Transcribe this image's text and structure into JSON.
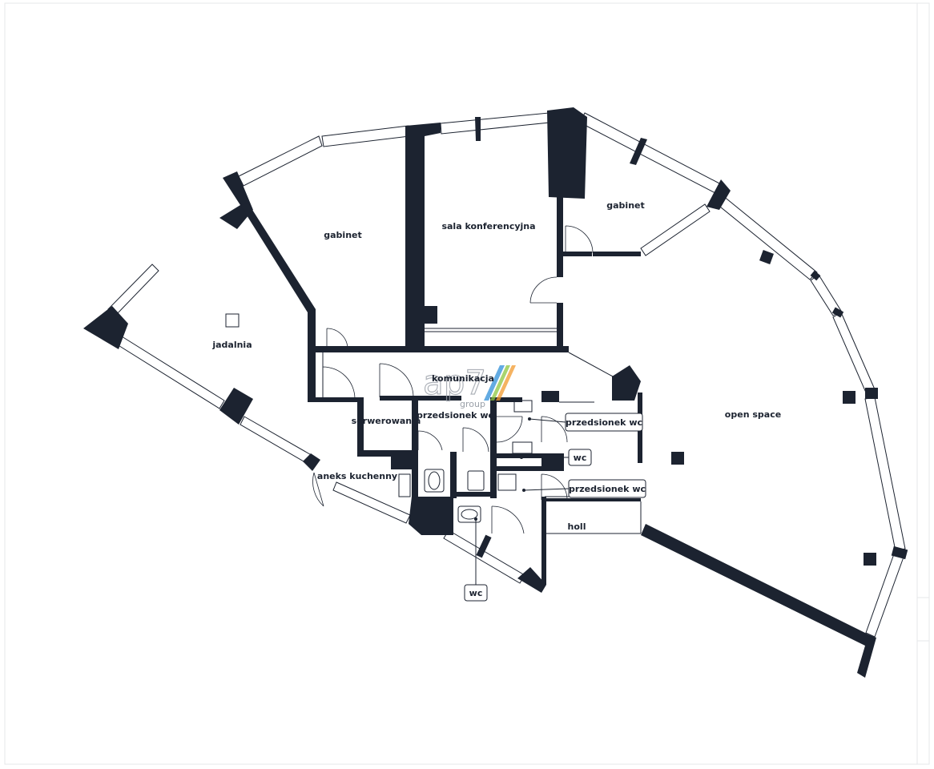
{
  "plan": {
    "rooms": {
      "jadalnia": "jadalnia",
      "gabinet_1": "gabinet",
      "sala": "sala konferencyjna",
      "gabinet_2": "gabinet",
      "open_space": "open space",
      "komunikacja": "komunikacja",
      "serwerowania": "serwerowania",
      "przedsionek_1": "przedsionek wc",
      "aneks": "aneks kuchenny",
      "holl": "holl"
    },
    "tags": {
      "przedsionek_2": "przedsionek wc",
      "wc_1": "wc",
      "przedsionek_3": "przedsionek wc",
      "wc_2": "wc"
    },
    "watermark": {
      "logo": "ap7",
      "sub": "group"
    }
  },
  "colors": {
    "wall": "#1c2330",
    "background": "#ffffff",
    "accent_blue": "#2f8fd8",
    "accent_green": "#8cc63f",
    "accent_orange": "#f29a2e"
  }
}
